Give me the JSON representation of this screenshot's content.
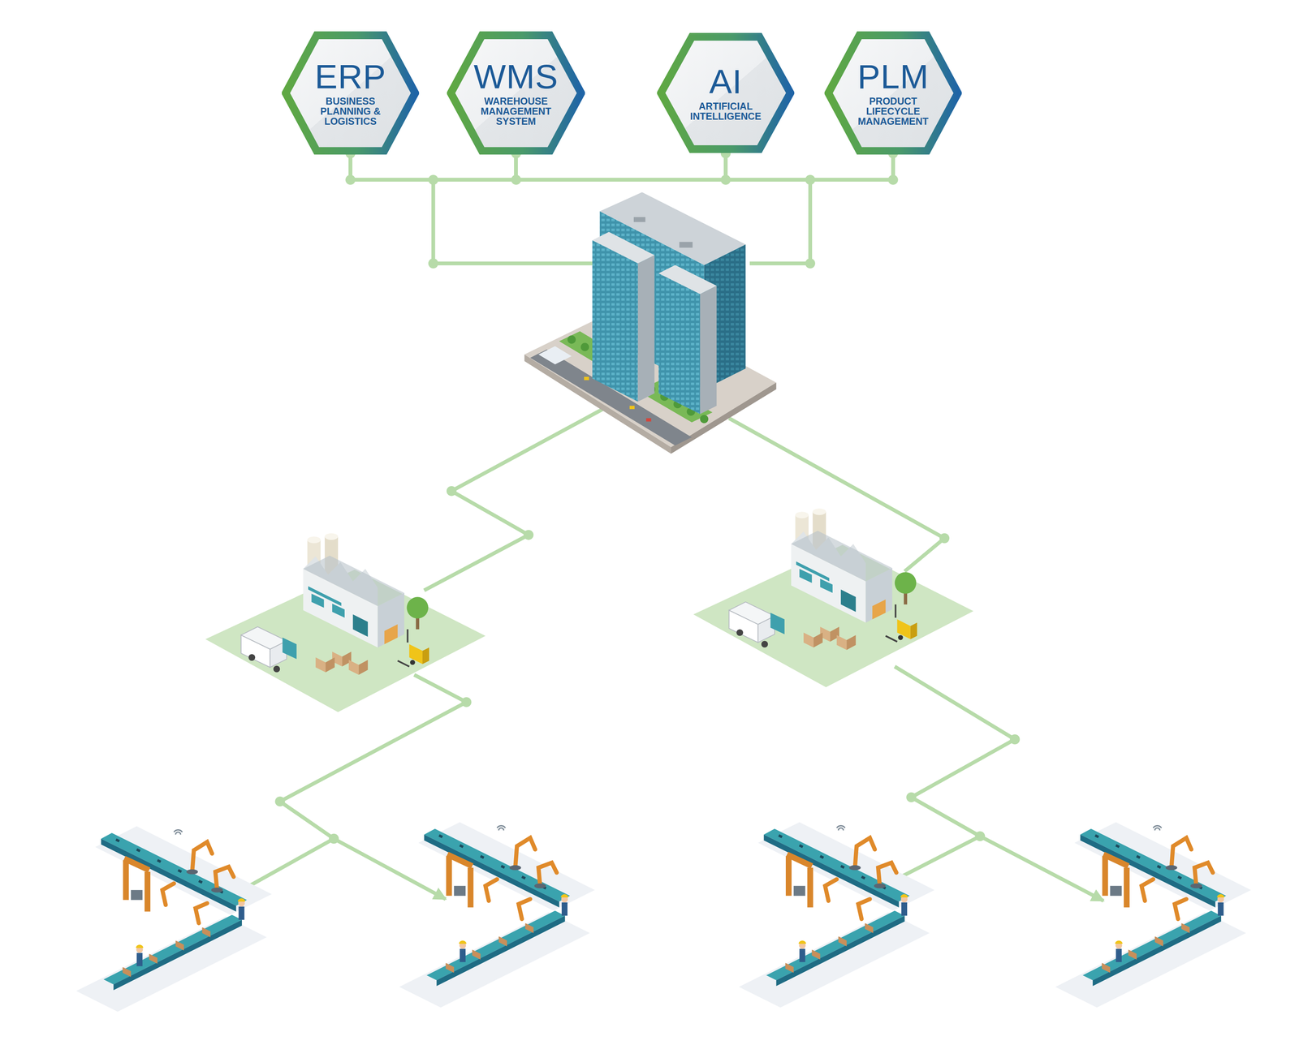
{
  "diagram": {
    "nodes": [
      {
        "text": [
          "ERP",
          "BUSINESS PLANNING & LOGISTICS"
        ]
      },
      {
        "text": [
          "WMS",
          "WAREHOUSE MANAGEMENT SYSTEM"
        ]
      },
      {
        "text": [
          "AI",
          "ARTIFICIAL INTELLIGENCE"
        ]
      },
      {
        "text": [
          "PLM",
          "PRODUCT LIFECYCLE MANAGEMENT"
        ]
      }
    ],
    "edges": [
      {
        "from": 0,
        "to": 1,
        "arrow": "none"
      },
      {
        "from": 1,
        "to": 2,
        "arrow": "none"
      },
      {
        "from": 2,
        "to": 3,
        "arrow": "none"
      }
    ]
  }
}
